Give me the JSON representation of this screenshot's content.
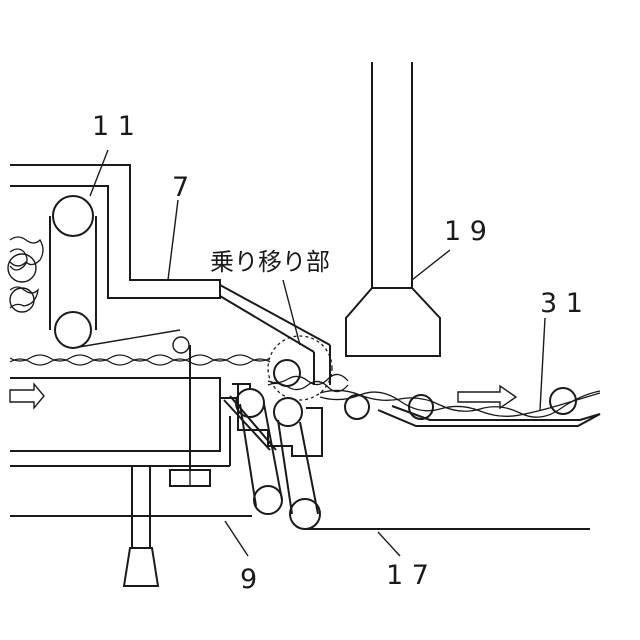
{
  "labels": {
    "l11": "1 1",
    "l7": "7",
    "l19": "1 9",
    "transfer": "乗り移り部",
    "l31": "3 1",
    "l9": "9",
    "l17": "1 7"
  }
}
